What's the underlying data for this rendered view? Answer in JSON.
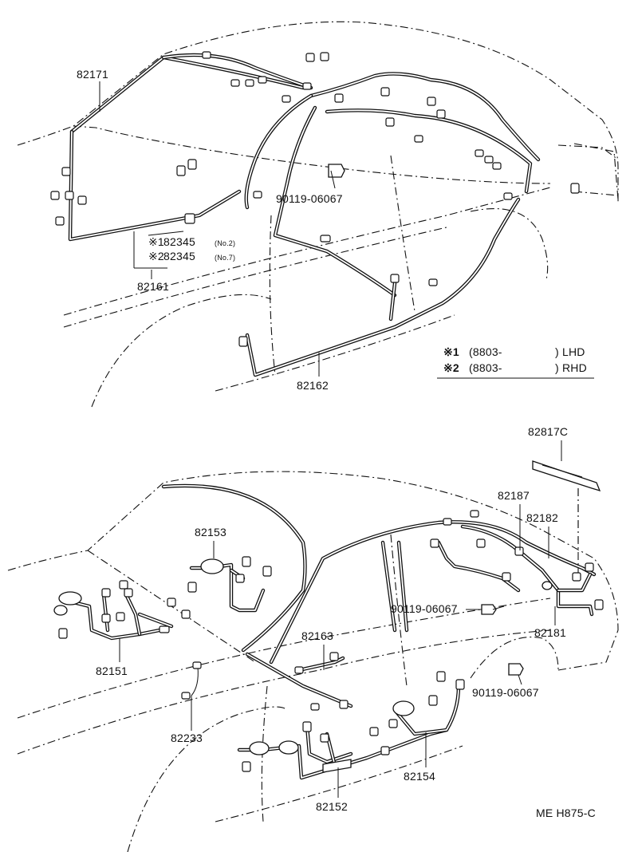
{
  "top_diagram": {
    "labels": {
      "p82171": "82171",
      "p90119_top": "90119-06067",
      "note1_prefix": "※1",
      "note1_part": "82345",
      "note1_suffix": "(No.2)",
      "note2_prefix": "※2",
      "note2_part": "82345",
      "note2_suffix": "(No.7)",
      "p82161": "82161",
      "p82162": "82162"
    },
    "legend": {
      "row1_mark": "※1",
      "row1_text": "(8803-",
      "row1_region": ") LHD",
      "row2_mark": "※2",
      "row2_text": "(8803-",
      "row2_region": ") RHD"
    }
  },
  "bottom_diagram": {
    "labels": {
      "p82817C": "82817C",
      "p82153": "82153",
      "p82187": "82187",
      "p82182": "82182",
      "p90119_mid": "90119-06067",
      "p82151": "82151",
      "p82163": "82163",
      "p82181": "82181",
      "p90119_low": "90119-06067",
      "p82233": "82233",
      "p82154": "82154",
      "p82152": "82152"
    }
  },
  "figure_code": "ME H875-C"
}
